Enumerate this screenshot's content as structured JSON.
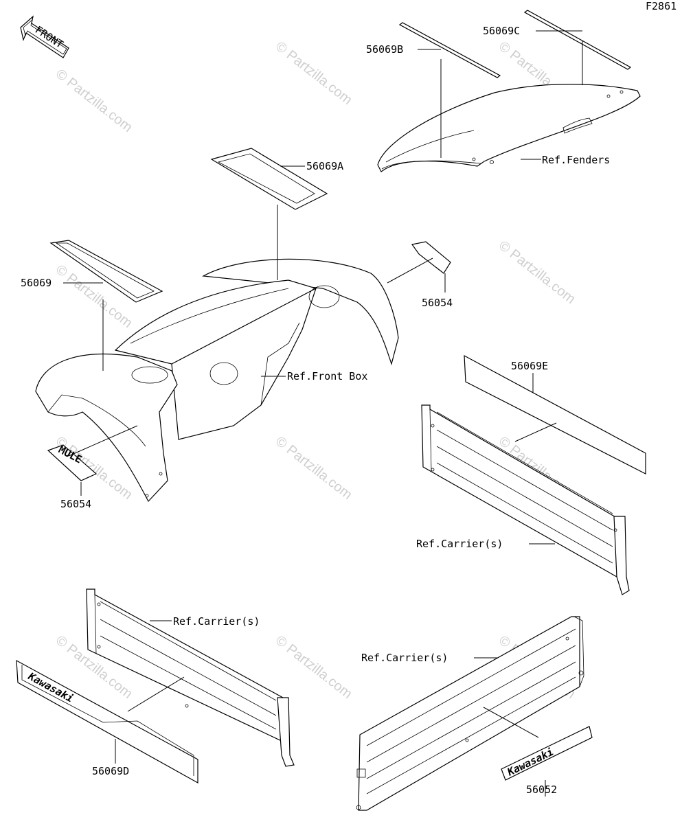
{
  "diagram_code": "F2861",
  "front_indicator": "FRONT",
  "watermark": "© Partzilla.com",
  "callouts": {
    "p56069B": "56069B",
    "p56069C": "56069C",
    "ref_fenders": "Ref.Fenders",
    "p56069A": "56069A",
    "p56069": "56069",
    "p56054_top": "56054",
    "ref_front_box": "Ref.Front Box",
    "p56069E": "56069E",
    "p56054_bottom": "56054",
    "ref_carrier_1": "Ref.Carrier(s)",
    "ref_carrier_2": "Ref.Carrier(s)",
    "ref_carrier_3": "Ref.Carrier(s)",
    "p56069D": "56069D",
    "p56052": "56052"
  },
  "decal_text": {
    "mule_logo": "MULE",
    "kawasaki_1": "Kawasaki",
    "kawasaki_2": "Kawasaki"
  }
}
